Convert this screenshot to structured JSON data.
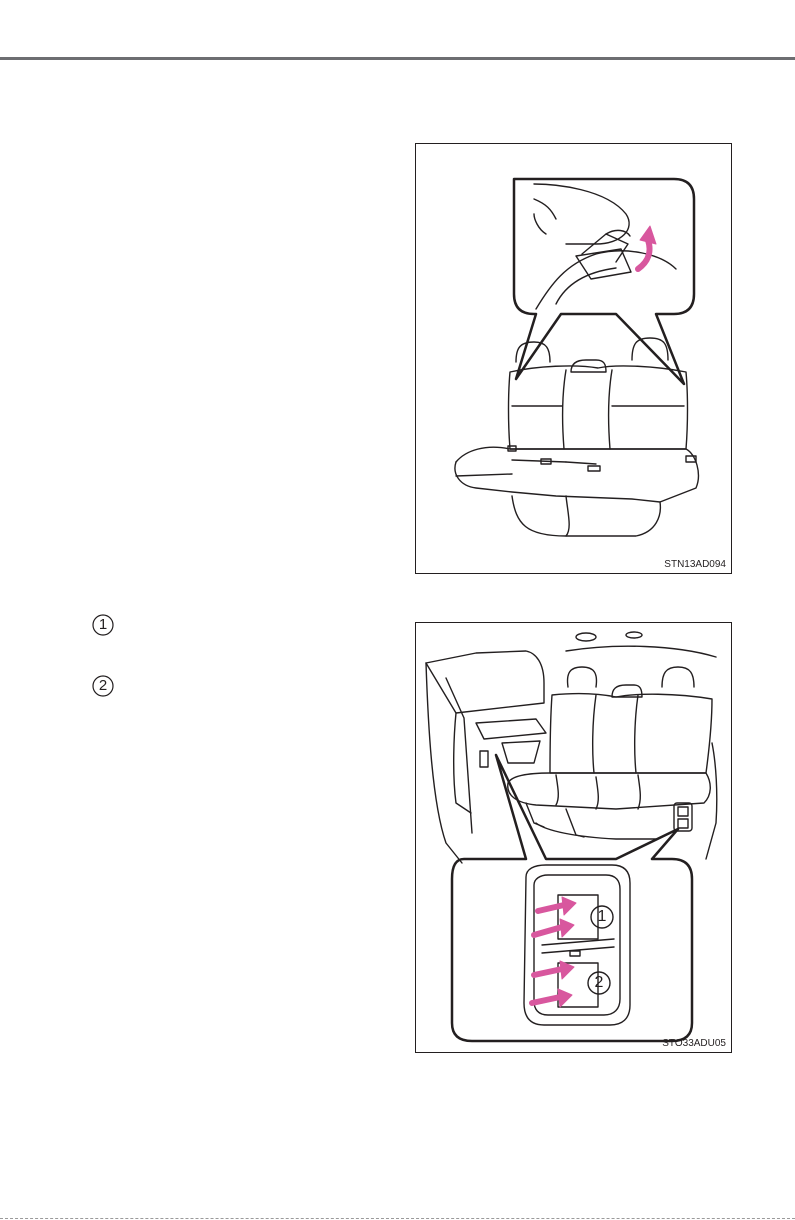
{
  "figures": [
    {
      "code": "STN13AD094"
    },
    {
      "code": "STO33ADU05",
      "callouts": [
        "1",
        "2"
      ]
    }
  ],
  "step_markers": [
    "1",
    "2"
  ],
  "colors": {
    "rule": "#6d6e71",
    "arrow": "#d8579e",
    "line": "#231f20"
  }
}
